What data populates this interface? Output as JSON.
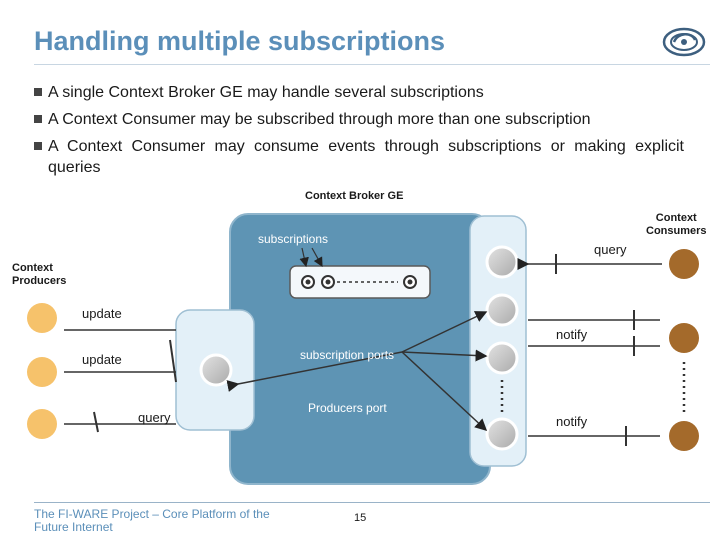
{
  "slide": {
    "title": "Handling multiple subscriptions",
    "bullets": [
      "A single Context Broker GE may handle several subscriptions",
      "A Context Consumer may be subscribed through more than one subscription",
      "A Context Consumer may consume events through subscriptions or making explicit queries"
    ]
  },
  "diagram": {
    "broker_label": "Context Broker GE",
    "subscriptions_label": "subscriptions",
    "subscription_ports_label": "subscription ports",
    "producers_port_label": "Producers port",
    "context_producers_label": "Context\nProducers",
    "context_consumers_label": "Context\nConsumers",
    "update_label_1": "update",
    "update_label_2": "update",
    "query_label_left": "query",
    "query_label_right": "query",
    "notify_label_1": "notify",
    "notify_label_2": "notify",
    "colors": {
      "broker_fill": "#5e94b4",
      "panel_fill": "#e3f0f8",
      "port_fill": "#c7c7c7",
      "producer_fill": "#f6c26b",
      "consumer_fill": "#a46a2b",
      "title": "#5b8fb9"
    }
  },
  "footer": {
    "project": "The FI-WARE Project – Core Platform of the Future Internet",
    "page_number": "15"
  }
}
